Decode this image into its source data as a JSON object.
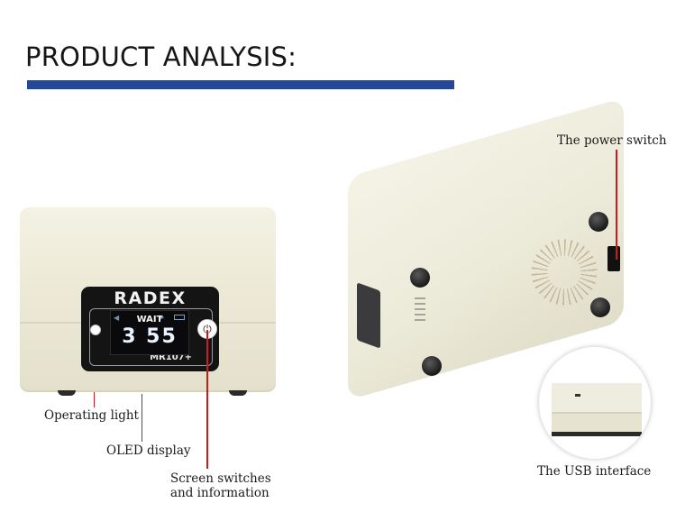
{
  "header": {
    "title": "PRODUCT ANALYSIS:",
    "accent_color": "#24479a"
  },
  "front_device": {
    "brand": "RADEX",
    "model": "MR107+",
    "screen": {
      "status": "WAIT",
      "value": "3 55"
    }
  },
  "captions": {
    "operating_light": "Operating light",
    "oled_display": "OLED display",
    "screen_switches_line1": "Screen switches",
    "screen_switches_line2": "and information",
    "power_switch": "The power switch",
    "usb_interface": "The USB interface"
  },
  "leader_color": "#d0191f"
}
